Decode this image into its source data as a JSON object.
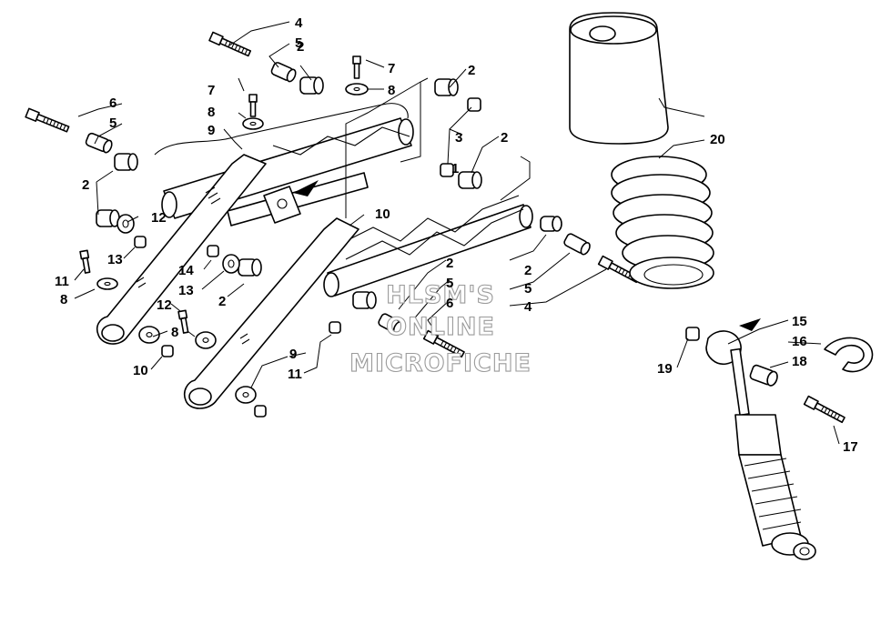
{
  "watermark": [
    "HLSM'S",
    "ONLINE",
    "MICROFICHE"
  ],
  "callouts": [
    "1",
    "2",
    "2",
    "2",
    "2",
    "2",
    "2",
    "2",
    "3",
    "4",
    "4",
    "5",
    "5",
    "5",
    "5",
    "6",
    "6",
    "7",
    "7",
    "8",
    "8",
    "8",
    "8",
    "9",
    "9",
    "10",
    "10",
    "11",
    "11",
    "12",
    "12",
    "13",
    "13",
    "14",
    "15",
    "16",
    "17",
    "18",
    "19",
    "20"
  ],
  "icons": [
    "direction-arrow-icon",
    "direction-arrow-icon"
  ],
  "colors": {
    "line": "#000000",
    "background": "#ffffff",
    "watermark_stroke": "#9a9a9a"
  }
}
